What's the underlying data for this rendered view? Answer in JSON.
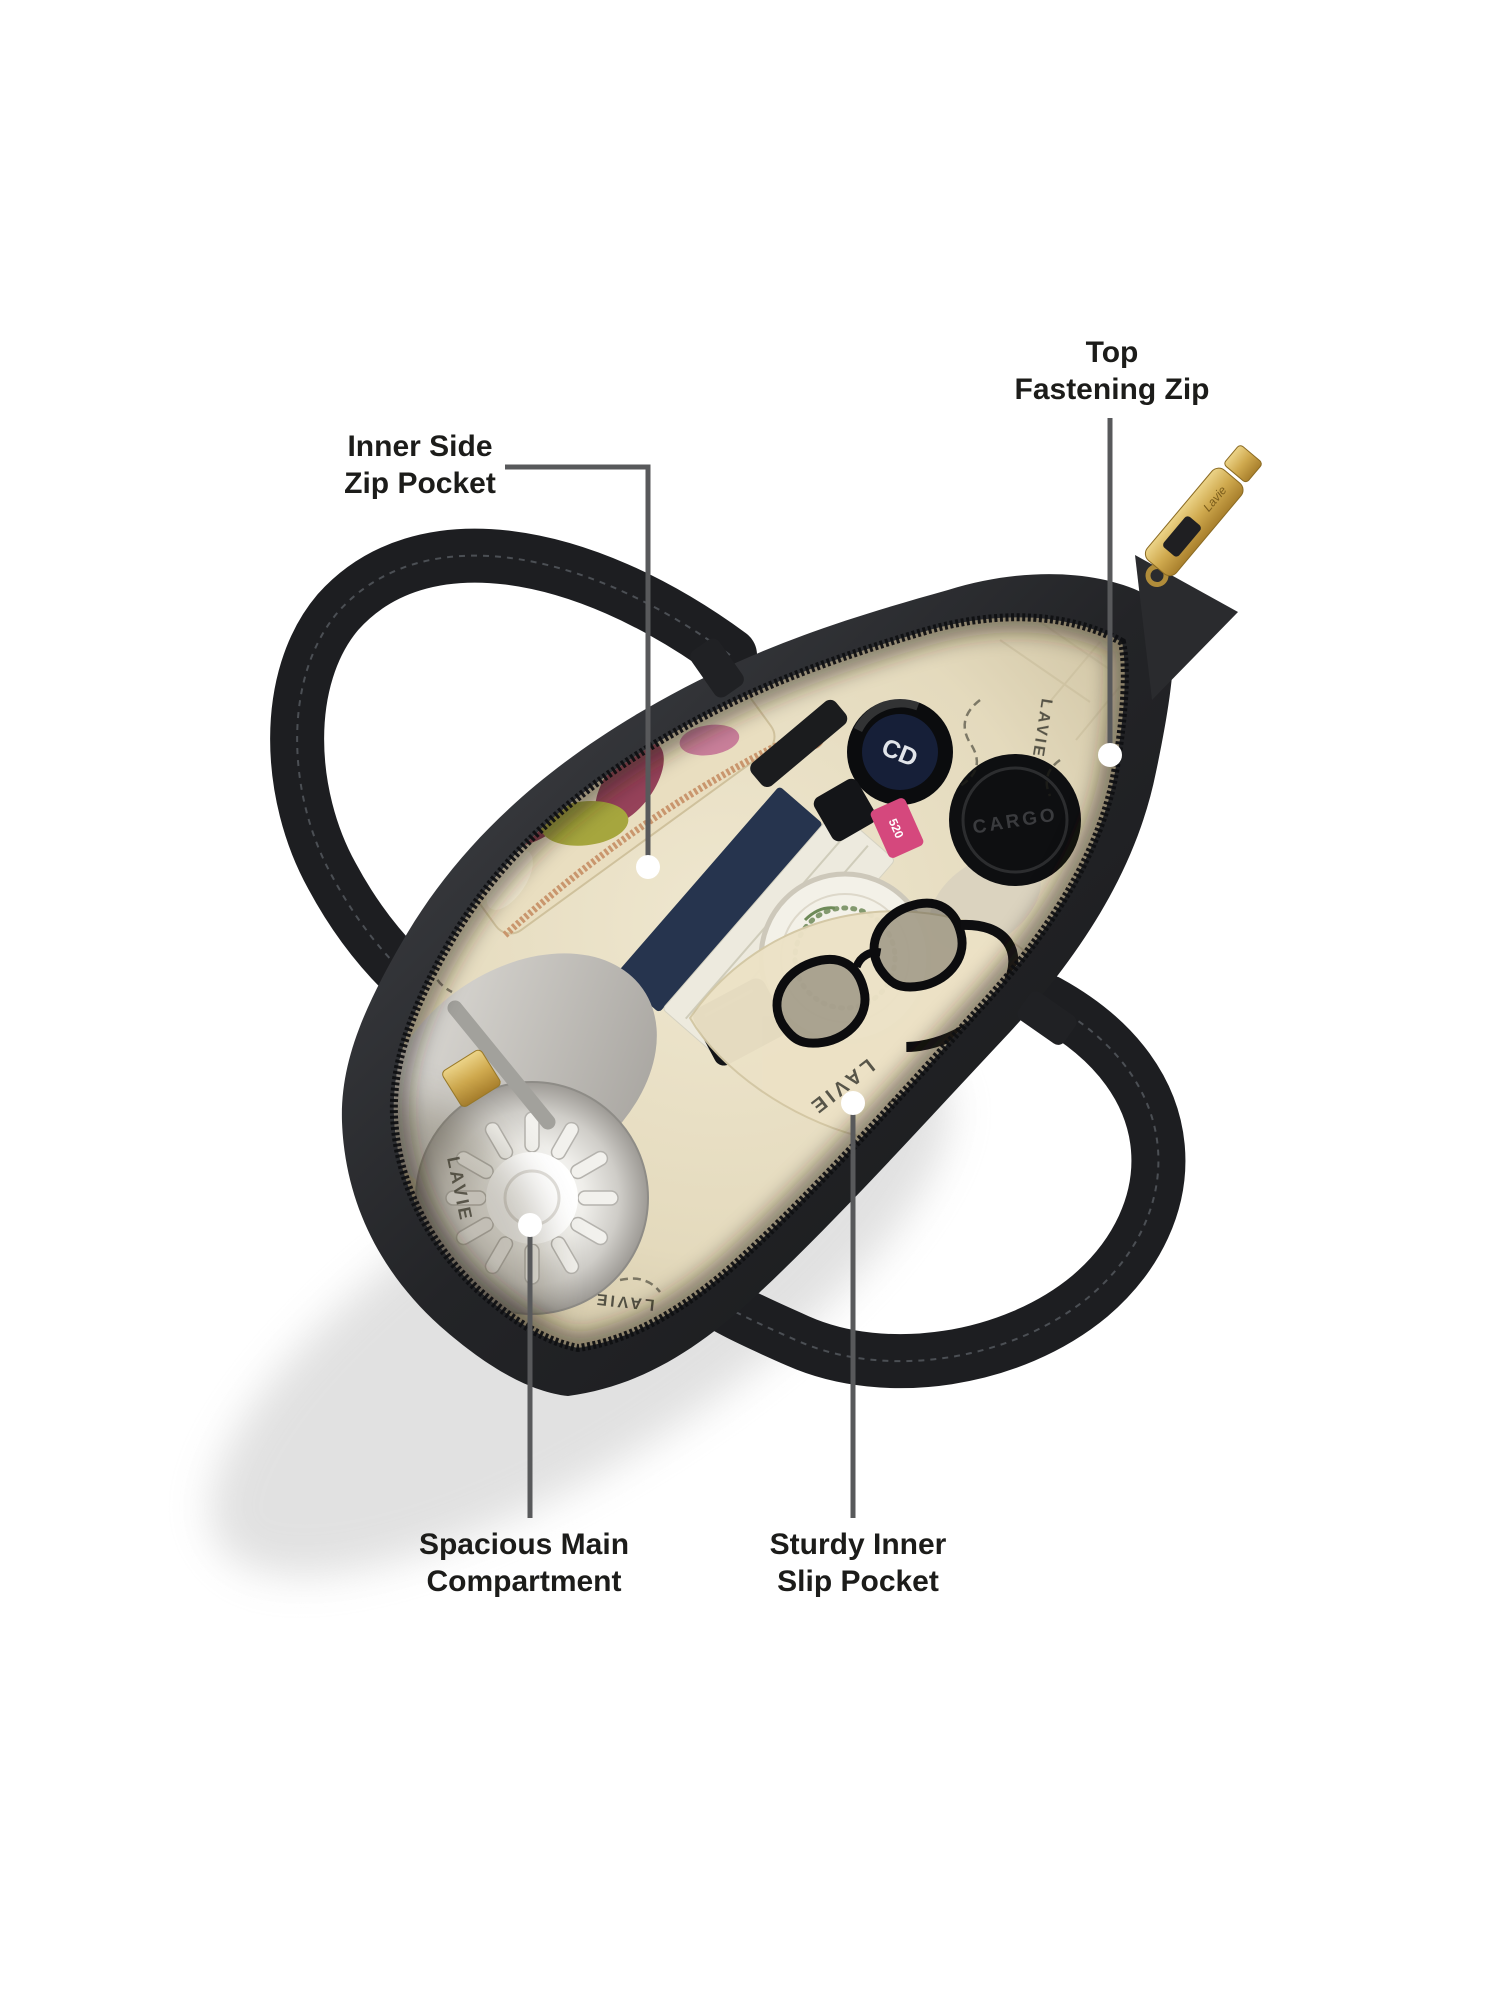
{
  "image": {
    "type": "product-feature-infographic",
    "subject": "open tote handbag viewed from top with cosmetics inside",
    "background_color": "#ffffff"
  },
  "callouts": {
    "top_fastening_zip": {
      "line1": "Top",
      "line2": "Fastening Zip"
    },
    "inner_side_zip_pocket": {
      "line1": "Inner Side",
      "line2": "Zip Pocket"
    },
    "spacious_main_compartment": {
      "line1": "Spacious Main",
      "line2": "Compartment"
    },
    "sturdy_inner_slip_pocket": {
      "line1": "Sturdy Inner",
      "line2": "Slip Pocket"
    }
  },
  "photo_texts": {
    "lining_print": "LAVIE",
    "jar_lid_text": "CARGO",
    "compact_logo": "CD",
    "lipstick_label": "520",
    "zip_pull_engraving": "Lavie"
  },
  "style": {
    "label_text_color": "#1c1c1a",
    "leader_line_color": "#58595b",
    "marker_dot_color": "#ffffff",
    "bag_leather_color": "#232428",
    "lining_color": "#e4dabd",
    "zip_hardware_gold": "#c9a24b",
    "rose_gold_zip": "#c9966d",
    "lipstick_pink": "#d5487d",
    "navy_box_blue": "#26344e"
  }
}
